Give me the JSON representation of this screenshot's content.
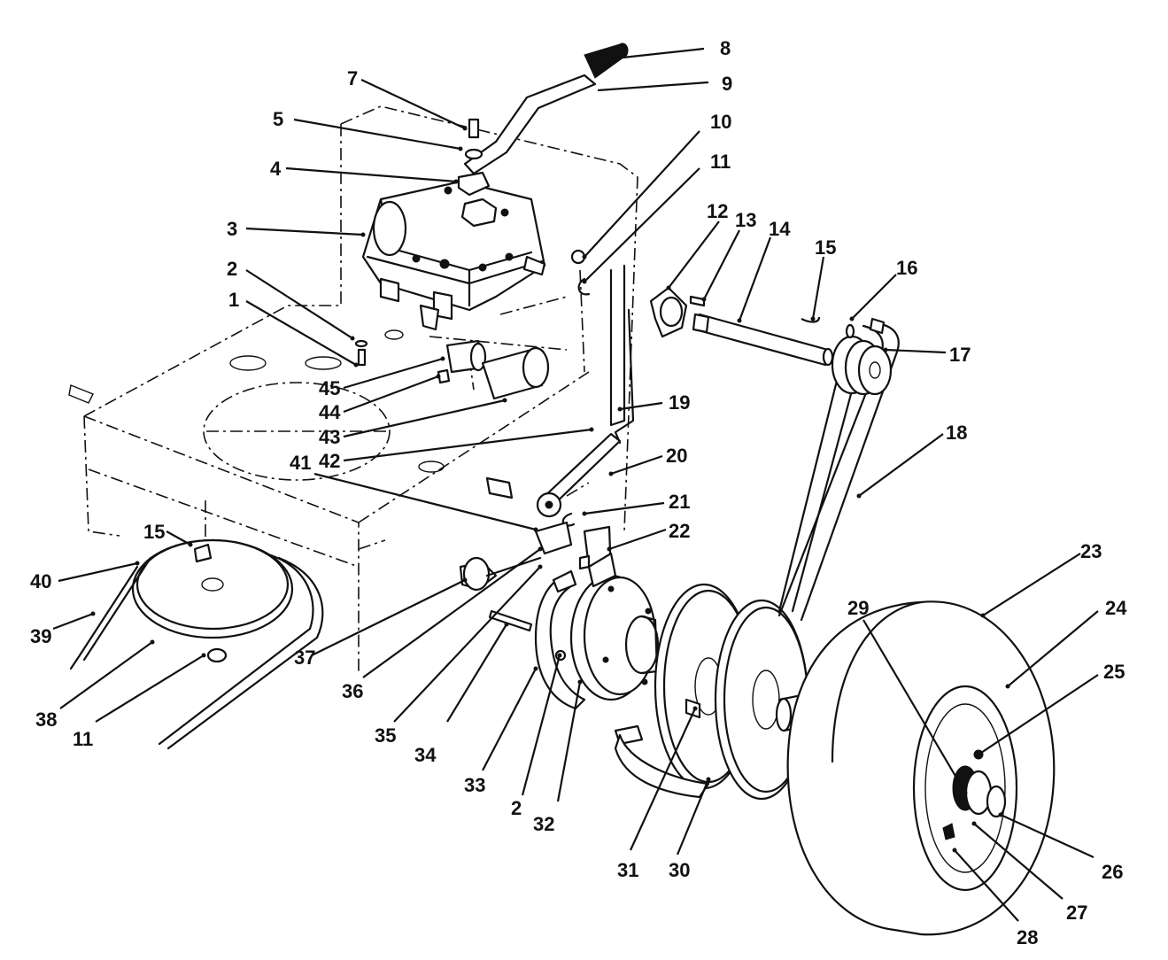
{
  "callouts": [
    {
      "id": "p1",
      "text": "1"
    },
    {
      "id": "p2a",
      "text": "2"
    },
    {
      "id": "p3",
      "text": "3"
    },
    {
      "id": "p4",
      "text": "4"
    },
    {
      "id": "p5",
      "text": "5"
    },
    {
      "id": "p7",
      "text": "7"
    },
    {
      "id": "p8",
      "text": "8"
    },
    {
      "id": "p9",
      "text": "9"
    },
    {
      "id": "p10",
      "text": "10"
    },
    {
      "id": "p11a",
      "text": "11"
    },
    {
      "id": "p12",
      "text": "12"
    },
    {
      "id": "p13",
      "text": "13"
    },
    {
      "id": "p14",
      "text": "14"
    },
    {
      "id": "p15a",
      "text": "15"
    },
    {
      "id": "p16",
      "text": "16"
    },
    {
      "id": "p17",
      "text": "17"
    },
    {
      "id": "p18",
      "text": "18"
    },
    {
      "id": "p19",
      "text": "19"
    },
    {
      "id": "p20",
      "text": "20"
    },
    {
      "id": "p21",
      "text": "21"
    },
    {
      "id": "p22",
      "text": "22"
    },
    {
      "id": "p23",
      "text": "23"
    },
    {
      "id": "p24",
      "text": "24"
    },
    {
      "id": "p25",
      "text": "25"
    },
    {
      "id": "p26",
      "text": "26"
    },
    {
      "id": "p27",
      "text": "27"
    },
    {
      "id": "p28",
      "text": "28"
    },
    {
      "id": "p29",
      "text": "29"
    },
    {
      "id": "p30",
      "text": "30"
    },
    {
      "id": "p31",
      "text": "31"
    },
    {
      "id": "p32",
      "text": "32"
    },
    {
      "id": "p33",
      "text": "33"
    },
    {
      "id": "p2b",
      "text": "2"
    },
    {
      "id": "p34",
      "text": "34"
    },
    {
      "id": "p35",
      "text": "35"
    },
    {
      "id": "p36",
      "text": "36"
    },
    {
      "id": "p37",
      "text": "37"
    },
    {
      "id": "p11b",
      "text": "11"
    },
    {
      "id": "p38",
      "text": "38"
    },
    {
      "id": "p39",
      "text": "39"
    },
    {
      "id": "p40",
      "text": "40"
    },
    {
      "id": "p15b",
      "text": "15"
    },
    {
      "id": "p41",
      "text": "41"
    },
    {
      "id": "p42",
      "text": "42"
    },
    {
      "id": "p43",
      "text": "43"
    },
    {
      "id": "p44",
      "text": "44"
    },
    {
      "id": "p45",
      "text": "45"
    }
  ]
}
